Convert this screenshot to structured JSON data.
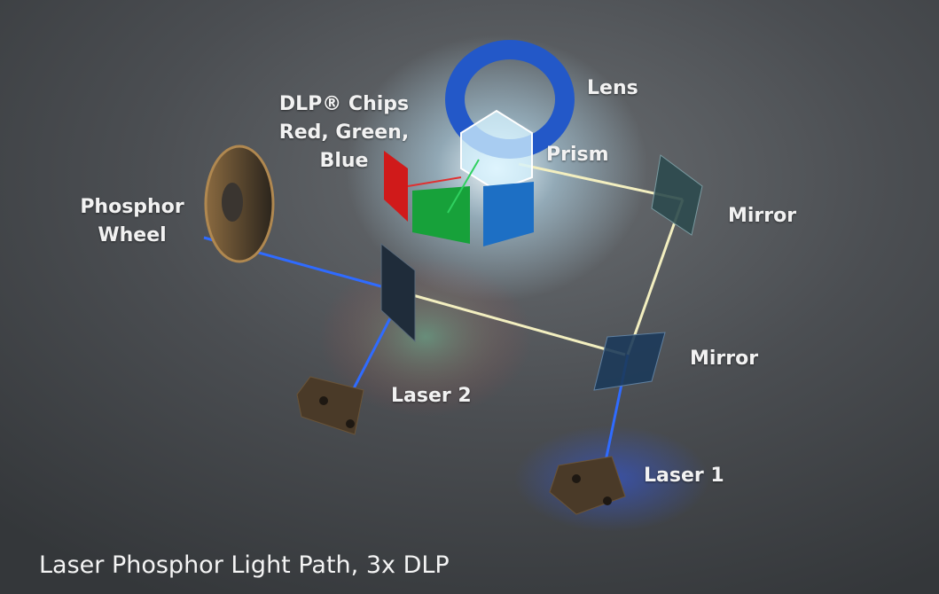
{
  "labels": {
    "lens": "Lens",
    "dlp_chips": [
      "DLP® Chips",
      "Red, Green,",
      "Blue"
    ],
    "prism": "Prism",
    "phosphor_wheel": [
      "Phosphor",
      "Wheel"
    ],
    "mirror_upper": "Mirror",
    "mirror_lower": "Mirror",
    "laser_2": "Laser 2",
    "laser_1": "Laser 1"
  },
  "caption": "Laser Phosphor Light Path, 3x DLP",
  "colors": {
    "laser_beam": "#2f6bff",
    "white_beam": "#f3efc0",
    "red_chip": "#d01a1a",
    "green_chip": "#17a13a",
    "blue_chip": "#1d6fc4",
    "lens": "#2358c8"
  }
}
